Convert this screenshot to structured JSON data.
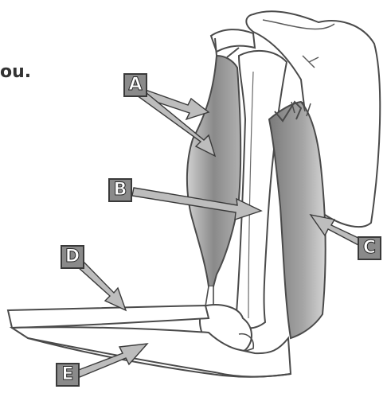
{
  "page_fragment": "ou.",
  "labels": {
    "a": "A",
    "b": "B",
    "c": "C",
    "d": "D",
    "e": "E"
  },
  "colors": {
    "outline": "#4a4a4a",
    "muscle_shade": "#8c8c8c",
    "label_fill": "#8a8a8a",
    "arrow_fill": "#bdbdbd"
  }
}
